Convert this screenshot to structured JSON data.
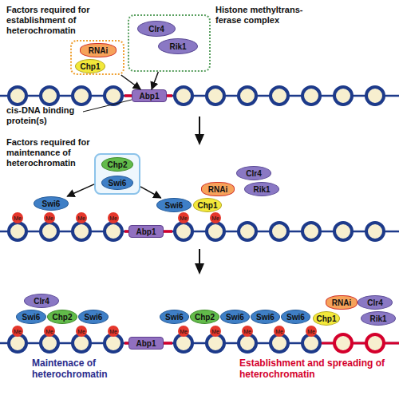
{
  "diagram": {
    "nodes": [
      {
        "text": [
          "Factors required for establishment of heterochromatin"
        ]
      },
      {
        "text": [
          "RNAi"
        ],
        "in": 0
      },
      {
        "text": [
          "Chp1"
        ],
        "in": 0
      },
      {
        "text": [
          "Histone methyltrans- ferase complex"
        ]
      },
      {
        "text": [
          "Clr4"
        ],
        "in": 3
      },
      {
        "text": [
          "Rik1"
        ],
        "in": 3
      },
      {
        "text": [
          "Abp1"
        ]
      },
      {
        "text": [
          "Factors required for maintenance of heterochromatin"
        ]
      },
      {
        "text": [
          "Chp2"
        ],
        "in": 7
      },
      {
        "text": [
          "Swi6"
        ],
        "in": 7
      },
      {
        "text": [
          "Swi6"
        ]
      },
      {
        "text": [
          "Swi6"
        ]
      },
      {
        "text": [
          "RNAi"
        ]
      },
      {
        "text": [
          "Chp1"
        ]
      },
      {
        "text": [
          "Clr4"
        ]
      },
      {
        "text": [
          "Rik1"
        ]
      },
      {
        "text": [
          "Abp1"
        ]
      },
      {
        "text": [
          "Me"
        ]
      },
      {
        "text": [
          "Me"
        ]
      },
      {
        "text": [
          "Me"
        ]
      },
      {
        "text": [
          "Me"
        ]
      },
      {
        "text": [
          "Me"
        ]
      },
      {
        "text": [
          "Me"
        ]
      },
      {
        "text": [
          "Clr4"
        ]
      },
      {
        "text": [
          "Swi6"
        ]
      },
      {
        "text": [
          "Chp2"
        ]
      },
      {
        "text": [
          "Swi6"
        ]
      },
      {
        "text": [
          "Abp1"
        ]
      },
      {
        "text": [
          "Swi6"
        ]
      },
      {
        "text": [
          "Chp2"
        ]
      },
      {
        "text": [
          "Swi6"
        ]
      },
      {
        "text": [
          "Swi6"
        ]
      },
      {
        "text": [
          "Swi6"
        ]
      },
      {
        "text": [
          "Chp1"
        ]
      },
      {
        "text": [
          "RNAi"
        ]
      },
      {
        "text": [
          "Clr4"
        ]
      },
      {
        "text": [
          "Rik1"
        ]
      },
      {
        "text": [
          "Me"
        ]
      },
      {
        "text": [
          "Me"
        ]
      },
      {
        "text": [
          "Me"
        ]
      },
      {
        "text": [
          "Me"
        ]
      },
      {
        "text": [
          "Me"
        ]
      },
      {
        "text": [
          "Me"
        ]
      },
      {
        "text": [
          "Me"
        ]
      },
      {
        "text": [
          "Me"
        ]
      },
      {
        "text": [
          "Me"
        ]
      }
    ],
    "edges": [
      {
        "from": 0,
        "to": 6,
        "arrow": "to"
      },
      {
        "from": 3,
        "to": 6,
        "arrow": "to"
      },
      {
        "from": 7,
        "to": 10,
        "arrow": "to"
      },
      {
        "from": 7,
        "to": 11,
        "arrow": "to"
      }
    ],
    "labels": [
      "cis-DNA binding protein(s)",
      "Maintenace of heterochromatin",
      "Establishment and spreading of heterochromatin"
    ]
  }
}
